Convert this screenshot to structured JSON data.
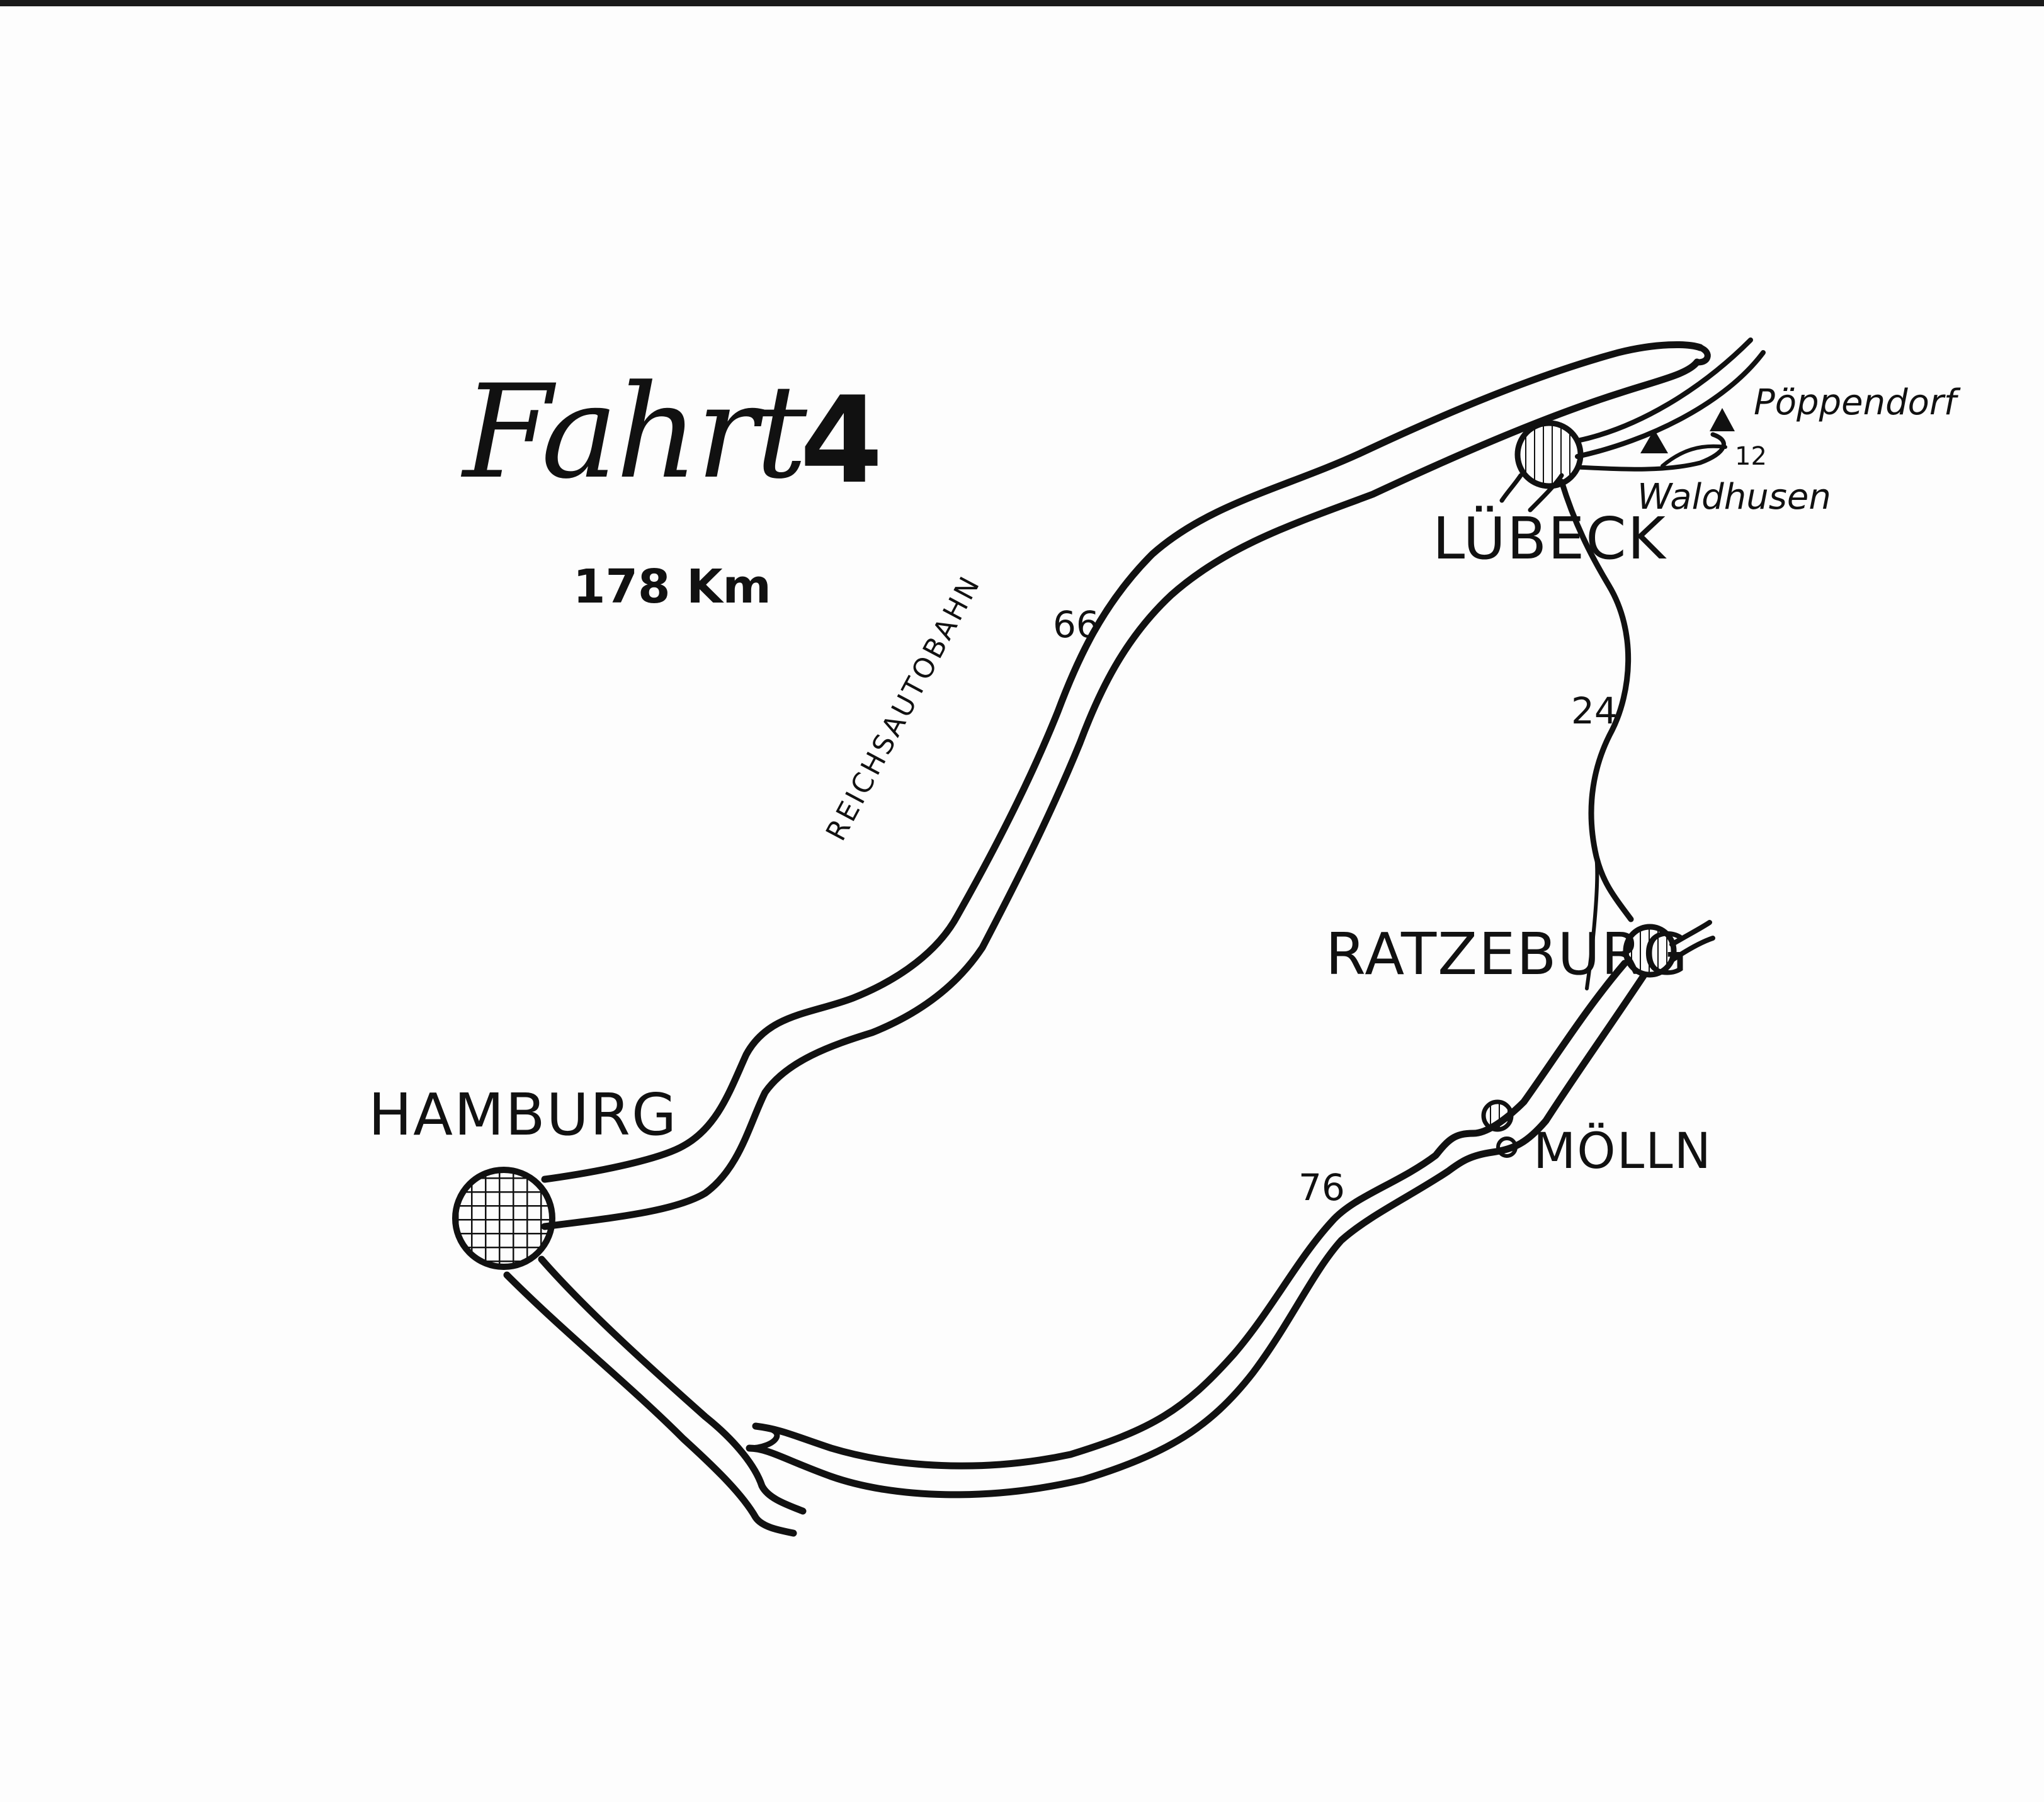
{
  "map": {
    "title": "Fahrt",
    "title_number": "4",
    "distance": "178 Km"
  },
  "places": {
    "hamburg": "HAMBURG",
    "luebeck": "LÜBECK",
    "ratzeburg": "RATZEBURG",
    "moelln": "MÖLLN",
    "poppendorf": "Pöppendorf",
    "waldhusen": "Waldhusen"
  },
  "roads": {
    "autobahn_label": "REICHSAUTOBAHN",
    "road_66": "66",
    "road_24": "24",
    "road_76": "76",
    "road_12": "12"
  },
  "colors": {
    "ink": "#111111",
    "paper": "#fdfdfd"
  }
}
